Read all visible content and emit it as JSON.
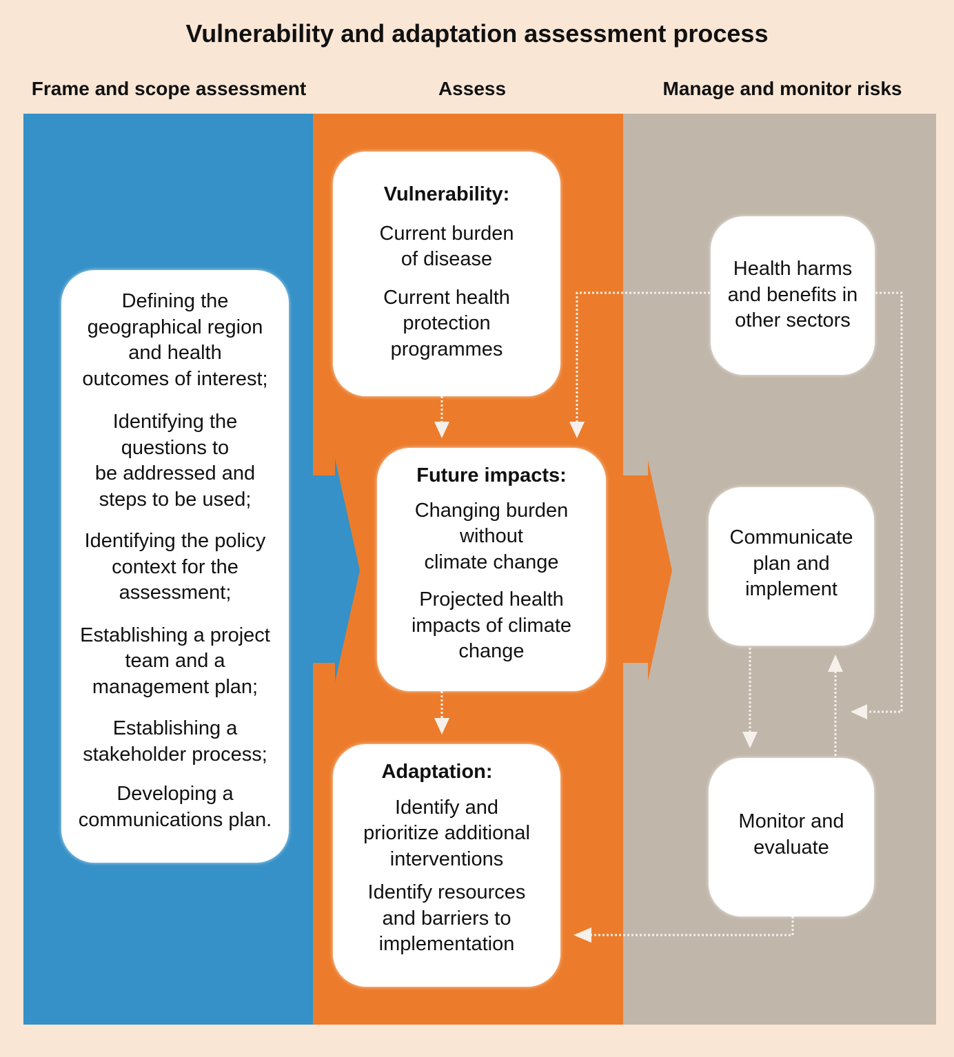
{
  "title": "Vulnerability and adaptation assessment process",
  "columns": {
    "frame": "Frame and scope assessment",
    "assess": "Assess",
    "manage": "Manage and monitor risks"
  },
  "frame_box": {
    "items": [
      "Defining the\ngeographical region\nand health\noutcomes of interest;",
      "Identifying the\nquestions to\nbe addressed and\nsteps to be used;",
      "Identifying the policy\ncontext for the\nassessment;",
      "Establishing a project\nteam and a\nmanagement plan;",
      "Establishing a\nstakeholder process;",
      "Developing a\ncommunications plan."
    ]
  },
  "vulnerability_box": {
    "heading": "Vulnerability:",
    "items": [
      "Current burden\nof disease",
      "Current health\nprotection\nprogrammes"
    ]
  },
  "future_box": {
    "heading": "Future impacts:",
    "items": [
      "Changing burden\nwithout\nclimate change",
      "Projected health\nimpacts of climate\nchange"
    ]
  },
  "adaptation_box": {
    "heading": "Adaptation:",
    "items": [
      "Identify and\nprioritize additional\ninterventions",
      "Identify resources\nand barriers to\nimplementation"
    ]
  },
  "health_harms_box": {
    "text": "Health harms\nand benefits in\nother sectors"
  },
  "communicate_box": {
    "text": "Communicate\nplan and\nimplement"
  },
  "monitor_box": {
    "text": "Monitor and\nevaluate"
  },
  "colors": {
    "background": "#f9e6d5",
    "frame_panel": "#3591c7",
    "assess_panel": "#ec7c2b",
    "manage_panel": "#c1b6aa",
    "box": "#ffffff"
  }
}
